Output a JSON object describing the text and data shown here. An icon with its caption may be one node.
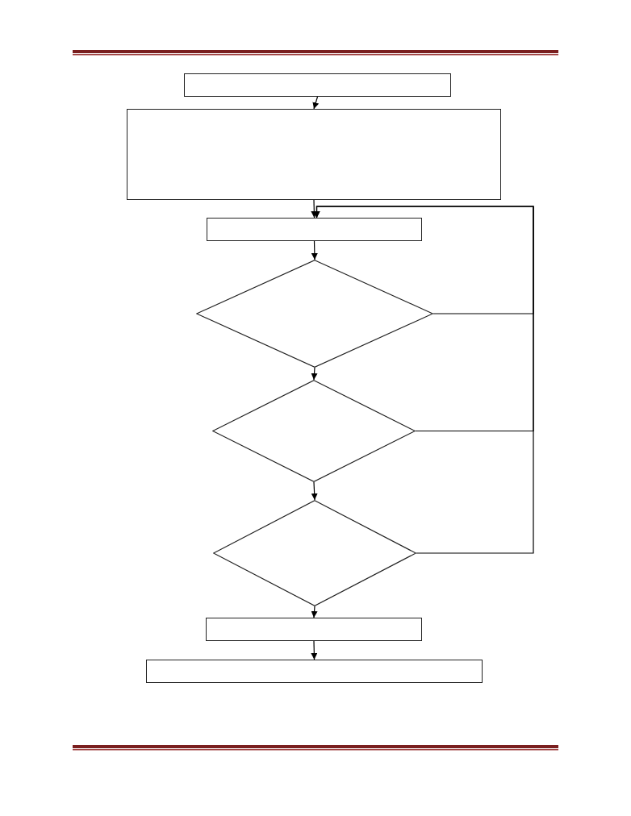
{
  "diagram": {
    "nodes": [
      {
        "text": [],
        "shape": "box"
      },
      {
        "text": [],
        "shape": "box"
      },
      {
        "text": [],
        "shape": "box"
      },
      {
        "text": [],
        "shape": "diamond"
      },
      {
        "text": [],
        "shape": "diamond"
      },
      {
        "text": [],
        "shape": "diamond"
      },
      {
        "text": [],
        "shape": "box"
      },
      {
        "text": [],
        "shape": "box"
      }
    ],
    "edges": [
      {
        "from": 0,
        "to": 1,
        "arrow": "to"
      },
      {
        "from": 1,
        "to": 2,
        "arrow": "to"
      },
      {
        "from": 2,
        "to": 3,
        "arrow": "to"
      },
      {
        "from": 3,
        "to": 4,
        "arrow": "to"
      },
      {
        "from": 4,
        "to": 5,
        "arrow": "to"
      },
      {
        "from": 5,
        "to": 6,
        "arrow": "to"
      },
      {
        "from": 6,
        "to": 7,
        "arrow": "to"
      },
      {
        "from": 3,
        "to": 2,
        "arrow": "to"
      },
      {
        "from": 4,
        "to": 2,
        "arrow": "to"
      },
      {
        "from": 5,
        "to": 2,
        "arrow": "to"
      }
    ]
  }
}
